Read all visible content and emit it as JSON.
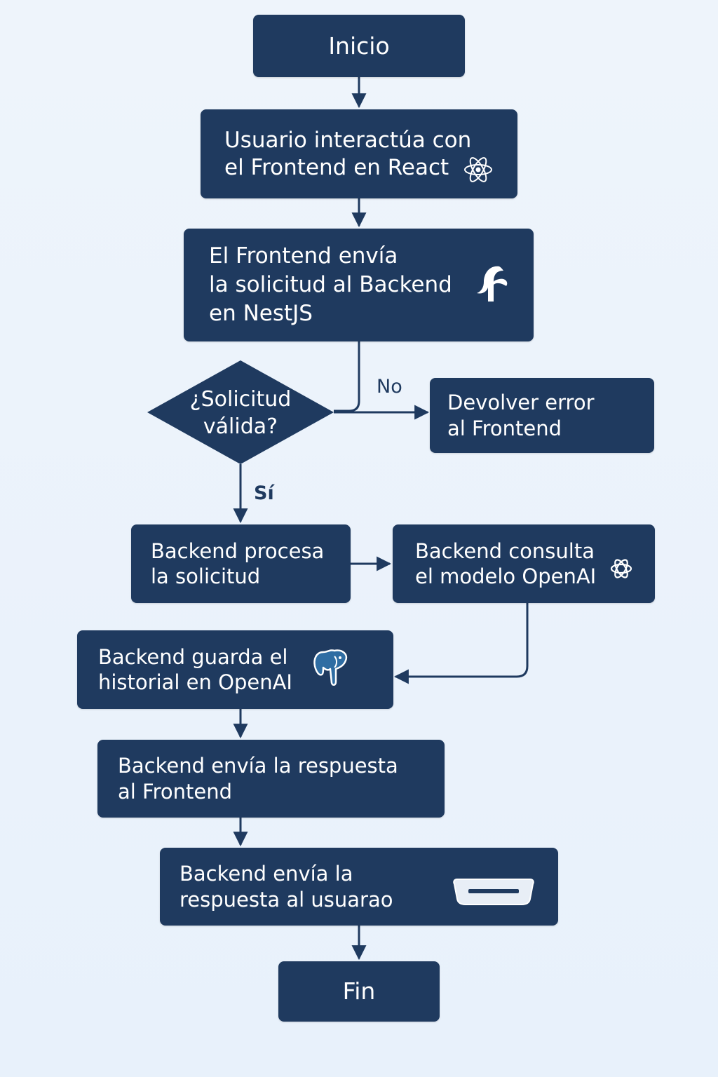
{
  "nodes": {
    "start": "Inicio",
    "user_interacts": "Usuario interactúa con\nel Frontend en React",
    "frontend_sends": "El Frontend envía\nla solicitud al Backend\nen NestJS",
    "decision": "¿Solicitud\nválida?",
    "return_error": "Devolver error\nal Frontend",
    "backend_process": "Backend procesa\nla solicitud",
    "backend_query": "Backend consulta\nel modelo OpenAI",
    "backend_save": "Backend guarda el\nhistorial en OpenAI",
    "backend_send_frontend": "Backend envía la respuesta\nal Frontend",
    "backend_send_user": "Backend envía la\nrespuesta al usuarao",
    "end": "Fin"
  },
  "labels": {
    "no": "No",
    "yes": "Sí"
  },
  "icons": {
    "react": "react-atom-icon",
    "nestjs": "nestjs-logo-icon",
    "openai": "openai-knot-icon",
    "postgres": "postgresql-elephant-icon",
    "device": "device-pill-icon"
  },
  "colors": {
    "node_fill": "#1f3a5f",
    "node_text": "#ffffff",
    "connector": "#1f3a5f",
    "background": "#eef4fb"
  }
}
